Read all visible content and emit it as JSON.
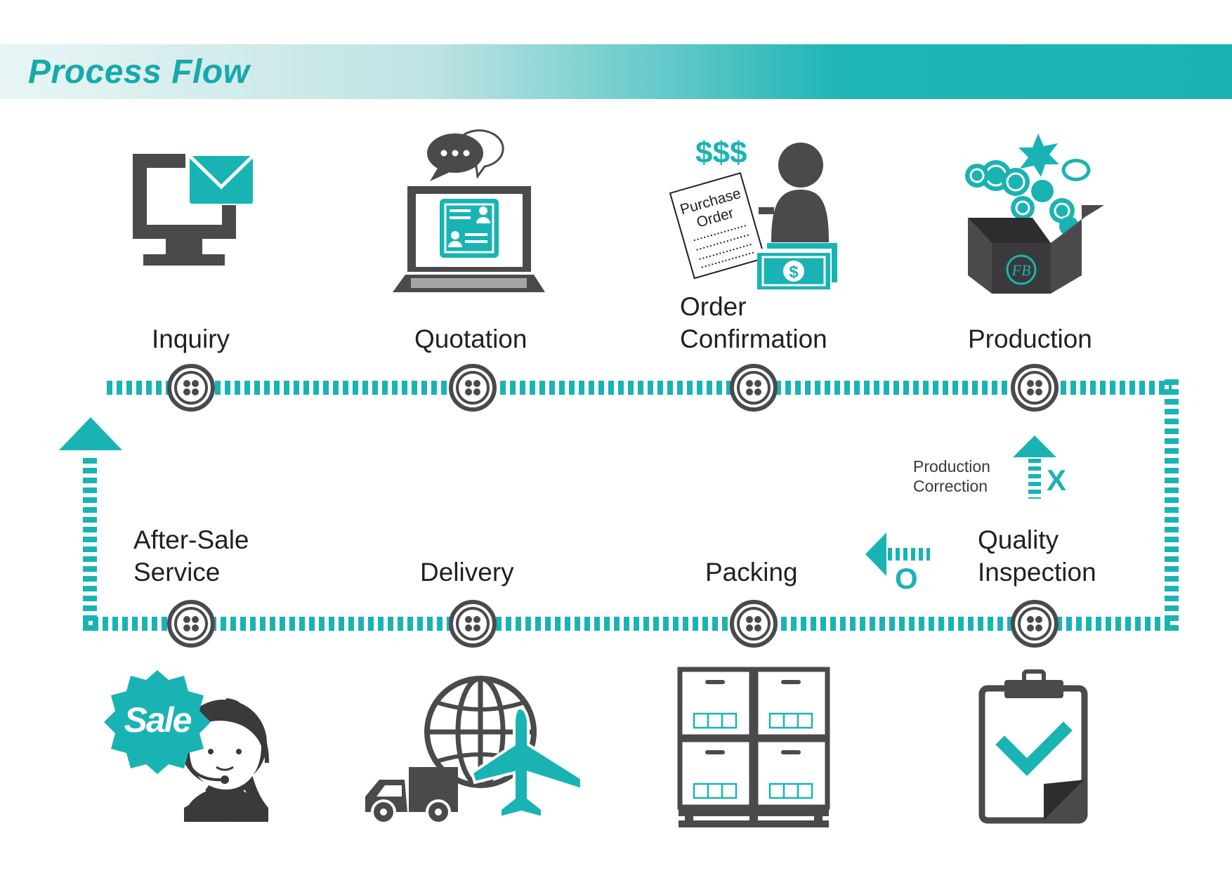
{
  "header": {
    "title": "Process Flow"
  },
  "colors": {
    "accent": "#1ab3b4",
    "dark": "#4a4a4c",
    "line": "#1ab3b4"
  },
  "steps": [
    {
      "id": "inquiry",
      "label": "Inquiry",
      "icon": "computer-mail-icon"
    },
    {
      "id": "quotation",
      "label": "Quotation",
      "icon": "laptop-chat-icon"
    },
    {
      "id": "order-confirmation",
      "label": "Order Confirmation",
      "icon": "purchase-order-icon",
      "icon_text": {
        "money": "$$$",
        "document": "Purchase Order",
        "bill": "$"
      }
    },
    {
      "id": "production",
      "label": "Production",
      "icon": "button-box-icon",
      "icon_text": {
        "logo": "FB"
      }
    },
    {
      "id": "quality-inspection",
      "label": "Quality Inspection",
      "icon": "clipboard-check-icon"
    },
    {
      "id": "packing",
      "label": "Packing",
      "icon": "pallet-boxes-icon"
    },
    {
      "id": "delivery",
      "label": "Delivery",
      "icon": "globe-truck-plane-icon"
    },
    {
      "id": "after-sale-service",
      "label": "After-Sale Service",
      "icon": "sale-agent-icon",
      "icon_text": {
        "badge": "Sale"
      }
    }
  ],
  "notes": {
    "production_correction": "Production Correction",
    "fail_mark": "X",
    "pass_mark": "O"
  }
}
